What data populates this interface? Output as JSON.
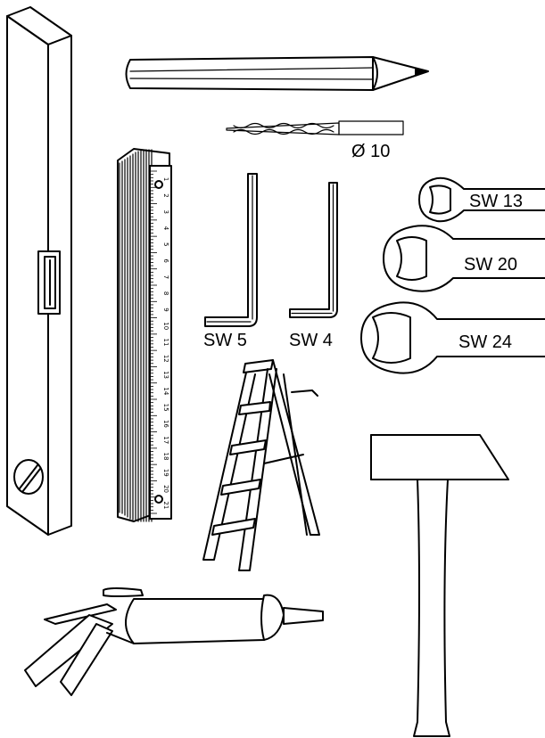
{
  "labels": {
    "drill_bit": "Ø 10",
    "hex_key_large": "SW 5",
    "hex_key_small": "SW 4",
    "wrench_small": "SW 13",
    "wrench_medium": "SW 20",
    "wrench_large": "SW 24"
  },
  "ruler_ticks": [
    "1",
    "2",
    "3",
    "4",
    "5",
    "6",
    "7",
    "8",
    "9",
    "10",
    "11",
    "12",
    "13",
    "14",
    "15",
    "16",
    "17",
    "18",
    "19",
    "20",
    "21"
  ],
  "colors": {
    "line": "#000000",
    "background": "#ffffff"
  }
}
